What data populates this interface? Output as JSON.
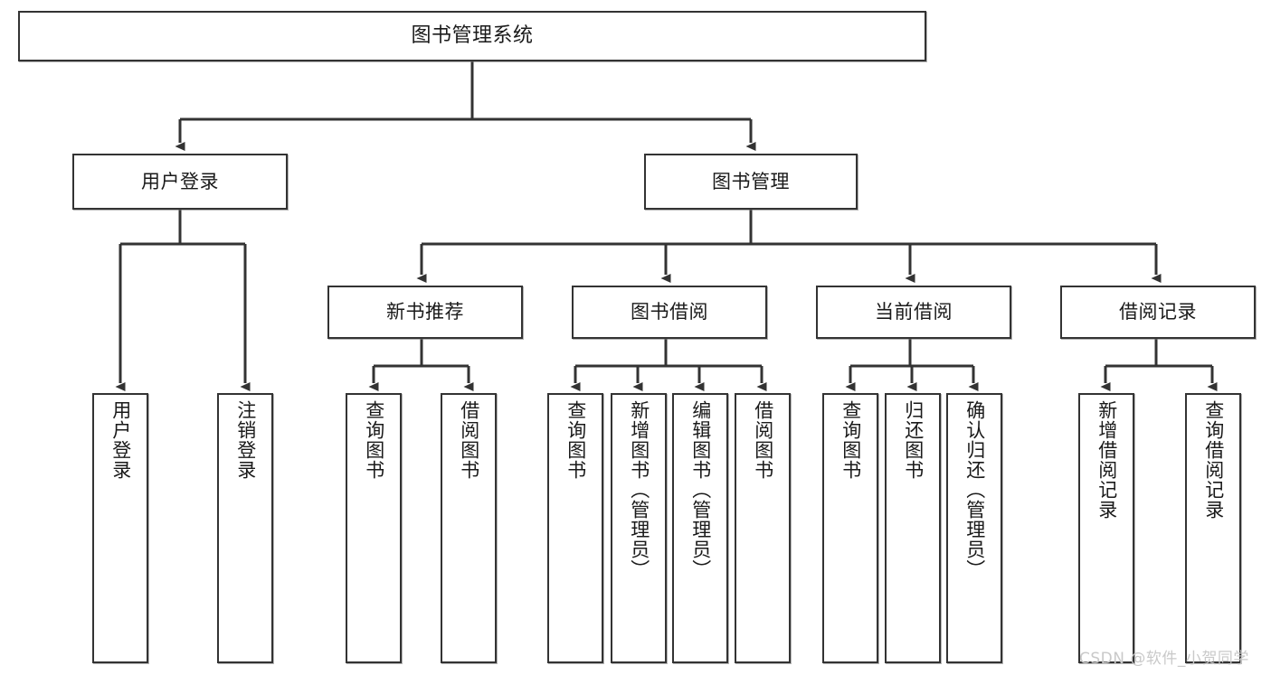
{
  "diagram": {
    "type": "tree",
    "title": "图书管理系统",
    "orientation": "top-down",
    "colors": {
      "node_border": "#333333",
      "node_fill": "#ffffff",
      "edge": "#333333",
      "text": "#1a1a1a",
      "watermark": "#c9c9c9"
    },
    "watermark": "CSDN @软件_小贺同学",
    "nodes": {
      "root": {
        "label": "图书管理系统"
      },
      "level2": [
        {
          "id": "user-login",
          "label": "用户登录"
        },
        {
          "id": "book-manage",
          "label": "图书管理"
        }
      ],
      "level3": [
        {
          "id": "new-book-rec",
          "label": "新书推荐"
        },
        {
          "id": "book-borrow",
          "label": "图书借阅"
        },
        {
          "id": "current-borrow",
          "label": "当前借阅"
        },
        {
          "id": "borrow-record",
          "label": "借阅记录"
        }
      ],
      "leaves": {
        "user-login": [
          {
            "id": "leaf-user-login",
            "label": "用户登录"
          },
          {
            "id": "leaf-logout",
            "label": "注销登录"
          }
        ],
        "new-book-rec": [
          {
            "id": "leaf-query-book-1",
            "label": "查询图书"
          },
          {
            "id": "leaf-borrow-book-1",
            "label": "借阅图书"
          }
        ],
        "book-borrow": [
          {
            "id": "leaf-query-book-2",
            "label": "查询图书"
          },
          {
            "id": "leaf-add-book",
            "label": "新增图书（管理员）"
          },
          {
            "id": "leaf-edit-book",
            "label": "编辑图书（管理员）"
          },
          {
            "id": "leaf-borrow-book-2",
            "label": "借阅图书"
          }
        ],
        "current-borrow": [
          {
            "id": "leaf-query-book-3",
            "label": "查询图书"
          },
          {
            "id": "leaf-return-book",
            "label": "归还图书"
          },
          {
            "id": "leaf-confirm-return",
            "label": "确认归还（管理员）"
          }
        ],
        "borrow-record": [
          {
            "id": "leaf-add-record",
            "label": "新增借阅记录"
          },
          {
            "id": "leaf-query-record",
            "label": "查询借阅记录"
          }
        ]
      }
    }
  }
}
